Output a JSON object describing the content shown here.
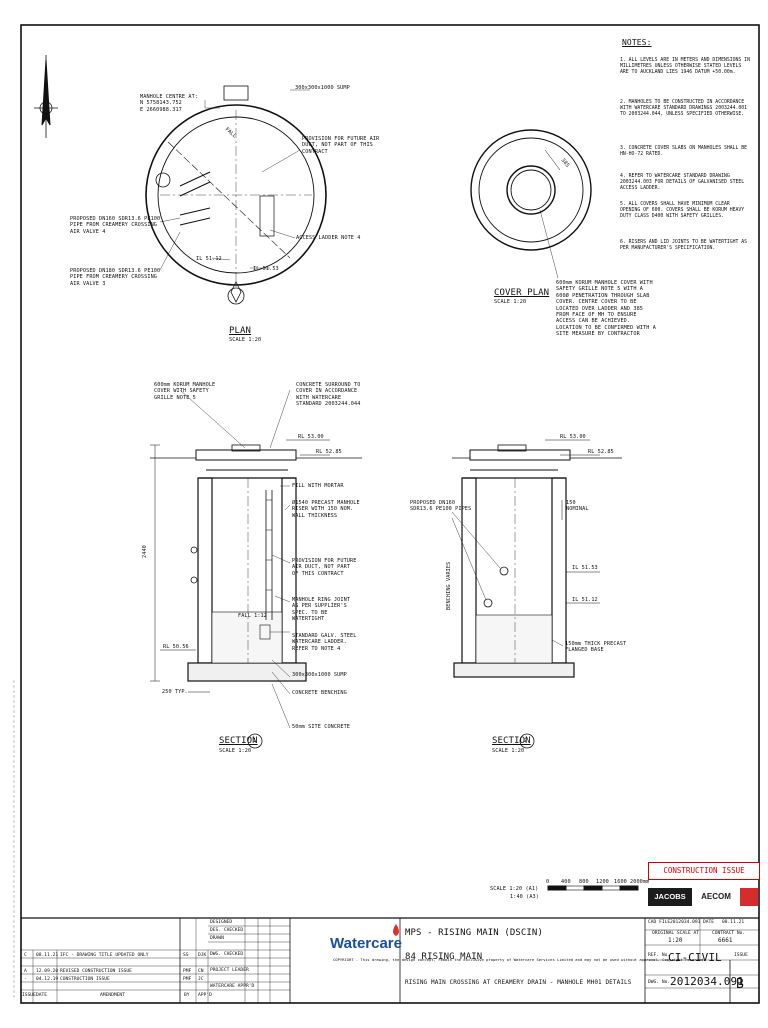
{
  "title_text": {
    "notes_heading": "NOTES:",
    "plan_title": "PLAN",
    "plan_scale": "SCALE 1:20",
    "cover_plan_title": "COVER PLAN",
    "cover_plan_scale": "SCALE 1:20",
    "section1_title": "SECTION",
    "section1_scale": "SCALE 1:20",
    "section1_num": "1",
    "section2_title": "SECTION",
    "section2_scale": "SCALE 1:20",
    "section2_num": "2"
  },
  "notes": [
    "1.  ALL LEVELS ARE IN METERS AND DIMENSIONS IN MILLIMETRES UNLESS OTHERWISE STATED LEVELS ARE TO AUCKLAND LIES 1946 DATUM +50.00m.",
    "2.  MANHOLES TO BE CONSTRUCTED IN ACCORDANCE WITH WATERCARE STANDARD DRAWINGS 2003244.001 TO 2003244.044, UNLESS SPECIFIED OTHERWISE.",
    "3.  CONCRETE COVER SLABS ON MANHOLES SHALL BE HN-HO-72 RATED.",
    "4.  REFER TO WATERCARE STANDARD DRAWING 2003244.003 FOR DETAILS OF GALVANISED STEEL ACCESS LADDER.",
    "5.  ALL COVERS SHALL HAVE MINIMUM CLEAR OPENING OF 600. COVERS SHALL BE KORUM HEAVY DUTY CLASS D400 WITH SAFETY GRILLES.",
    "6.  RISERS AND LID JOINTS TO BE WATERTIGHT AS PER MANUFACTURER'S SPECIFICATION."
  ],
  "plan_labels": {
    "manhole_centre": "MANHOLE CENTRE AT:\nN 5758143.752\nE 2660988.317",
    "sump": "300x300x1000 SUMP",
    "provision": "PROVISION FOR FUTURE AIR DUCT, NOT PART OF THIS CONTRACT",
    "pipe1": "PROPOSED DN160 SDR13.6 PE100 PIPE FROM CREAMERY CROSSING AIR VALVE 4",
    "pipe2": "PROPOSED DN180 SDR13.6 PE100 PIPE FROM CREAMERY CROSSING AIR VALVE 3",
    "ladder": "ACCESS LADDER NOTE 4",
    "il1": "IL 51.12",
    "il2": "IL 51.53",
    "fall": "FALL"
  },
  "cover_labels": {
    "dim": "385",
    "callout": "600mm KORUM MANHOLE COVER WITH SAFETY GRILLE NOTE 5 WITH A 600Ø PENETRATION THROUGH SLAB COVER. CENTRE COVER TO BE LOCATED OVER LADDER AND 385 FROM FACE OF MH TO ENSURE ACCESS CAN BE ACHIEVED. LOCATION TO BE CONFIRMED WITH A SITE MEASURE BY CONTRACTOR"
  },
  "section1_labels": {
    "cover": "600mm KORUM MANHOLE COVER WITH SAFETY GRILLE NOTE 5",
    "surround": "CONCRETE SURROUND TO COVER IN ACCORDANCE WITH WATERCARE STANDARD 2003244.044",
    "rl_top": "RL 53.00",
    "rl_gl": "RL 52.85",
    "mortar": "FILL WITH MORTAR",
    "precast": "Ø1540 PRECAST MANHOLE RISER WITH 150 NOM. WALL THICKNESS",
    "provision": "PROVISION FOR FUTURE AIR DUCT, NOT PART OF THIS CONTRACT",
    "ring": "MANHOLE RING JOINT AS PER SUPPLIER'S SPEC. TO BE WATERTIGHT",
    "ladder": "STANDARD GALV. STEEL WATERCARE LADDER. REFER TO NOTE 4",
    "sump": "300x300x1000 SUMP",
    "benching": "CONCRETE BENCHING",
    "site_concrete": "50mm SITE CONCRETE",
    "dim_height": "2440",
    "fall": "FALL 1:12",
    "rl_base": "RL 50.56",
    "typ": "250 TYP."
  },
  "section2_labels": {
    "rl_top": "RL 53.00",
    "rl_gl": "RL 52.85",
    "pipes": "PROPOSED DN160 SDR13.6 PE100 PIPES",
    "nominal": "150 NOMINAL",
    "il1": "IL 51.53",
    "il2": "IL 51.12",
    "benching": "BENCHING VARIES",
    "base": "150mm THICK PRECAST FLANGED BASE"
  },
  "scale_bar": {
    "label": "SCALE 1:20 (A1)",
    "label2": "1:40 (A3)",
    "ticks": [
      "0",
      "400",
      "800",
      "1200",
      "1600",
      "2000mm"
    ]
  },
  "construction_issue": "CONSTRUCTION ISSUE",
  "logos": {
    "jacobs": "JACOBS",
    "aecom": "AECOM",
    "watercare": "Watercare"
  },
  "title_block": {
    "project_line1": "MPS - RISING MAIN (DSCIN)",
    "project_line2": "84 RISING MAIN",
    "drawing_title": "RISING MAIN CROSSING AT CREAMERY DRAIN - MANHOLE MH01 DETAILS",
    "cad_file": "2012034.091",
    "date": "08.11.21",
    "original_scale": "1:20",
    "contract_no": "6661",
    "ref_no": "CI-CIVIL",
    "dwg_no": "2012034.091",
    "issue": "B",
    "copyright": "COPYRIGHT - This drawing, the design concept, remain the exclusive property of Watercare Services Limited and may not be used without approval. Copyright reserved."
  },
  "field_labels": {
    "designed": "DESIGNED",
    "des_checked": "DES. CHECKED",
    "drawn": "DRAWN",
    "dwg_checked": "DWG. CHECKED",
    "project_leader": "PROJECT LEADER",
    "watercare_apprd": "WATERCARE APPR'D",
    "cad_file": "CAD FILE",
    "date": "DATE",
    "original_scale": "ORIGINAL SCALE AT",
    "contract_no": "CONTRACT No.",
    "ref_no": "REF. No.",
    "dwg_no": "DWG. No.",
    "issue": "ISSUE"
  },
  "revisions": [
    {
      "issue": "C",
      "date": "08.11.21",
      "amendment": "IFC - DRAWING TITLE UPDATED ONLY",
      "by": "SS",
      "appd": "DJK"
    },
    {
      "issue": "A",
      "date": "12.09.20",
      "amendment": "REVISED CONSTRUCTION ISSUE",
      "by": "PMF",
      "appd": "CN"
    },
    {
      "issue": "-",
      "date": "04.12.19",
      "amendment": "CONSTRUCTION ISSUE",
      "by": "PMF",
      "appd": "JC"
    }
  ],
  "rev_headers": {
    "issue": "ISSUE",
    "date": "DATE",
    "amendment": "AMENDMENT",
    "by": "BY",
    "appd": "APP'D"
  }
}
